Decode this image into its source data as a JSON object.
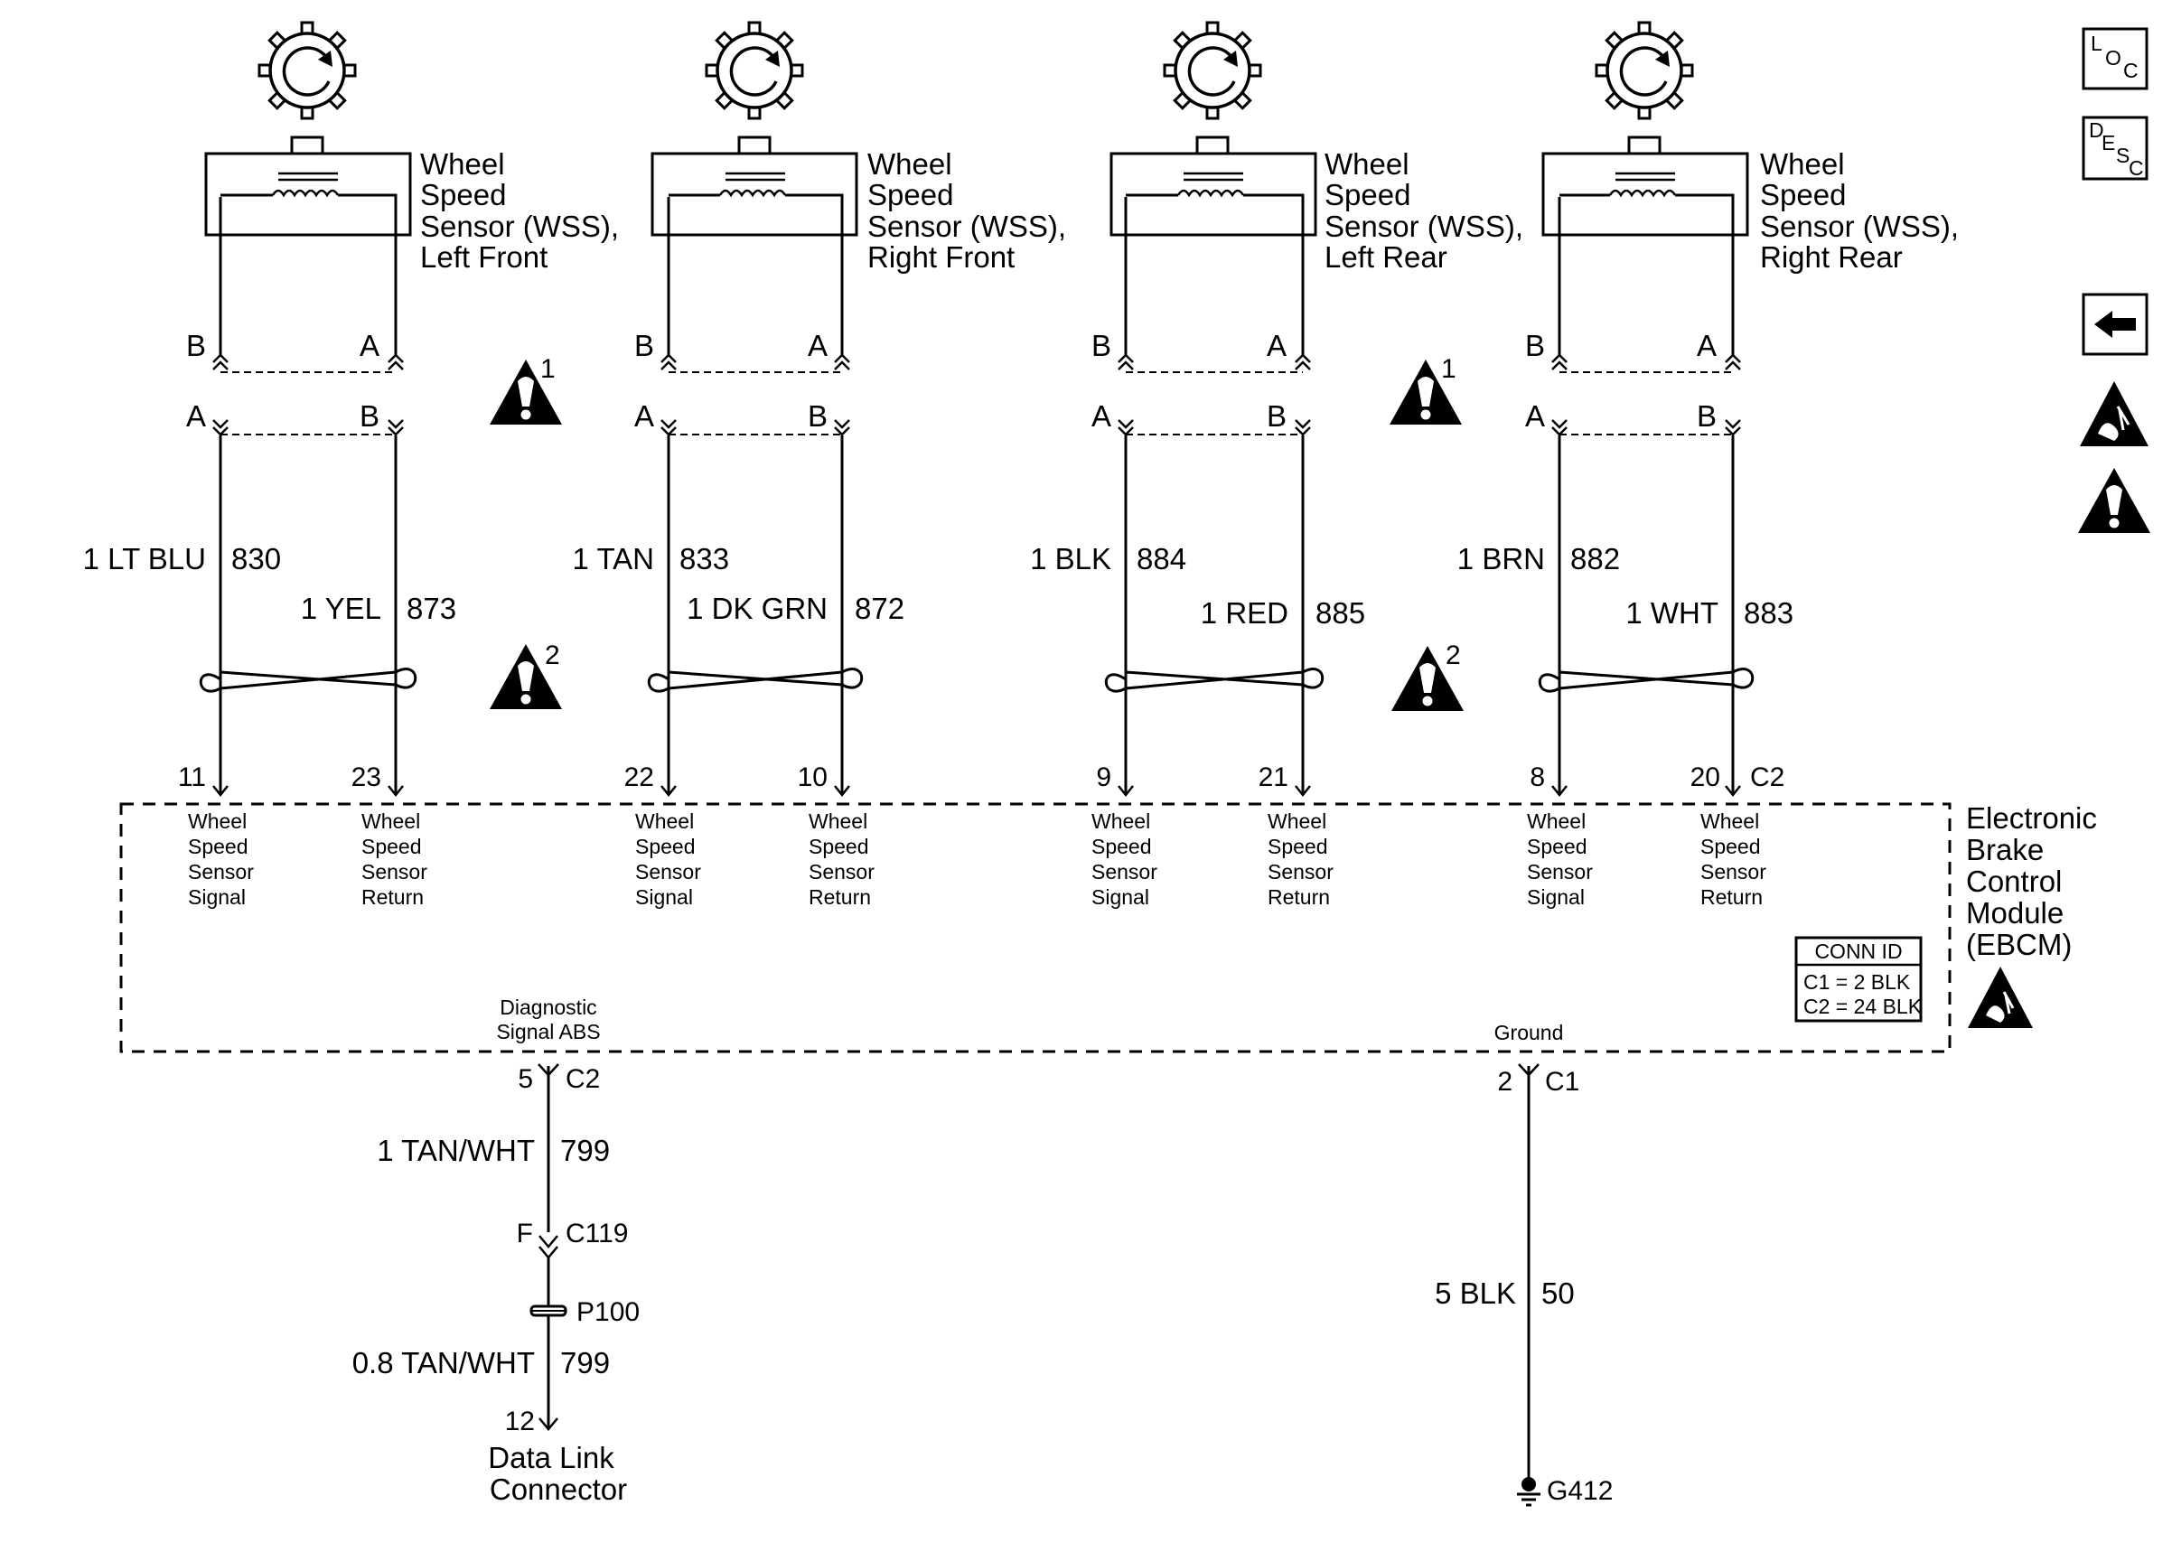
{
  "sensors": [
    {
      "name_lines": [
        "Wheel",
        "Speed",
        "Sensor (WSS),",
        "Left Front"
      ],
      "conn_upper": [
        "B",
        "A"
      ],
      "conn_lower": [
        "A",
        "B"
      ],
      "sig": {
        "wire": "1 LT BLU",
        "circuit": "830",
        "pin": "11",
        "label_lines": [
          "Wheel",
          "Speed",
          "Sensor",
          "Signal"
        ]
      },
      "ret": {
        "wire": "1 YEL",
        "circuit": "873",
        "pin": "23",
        "label_lines": [
          "Wheel",
          "Speed",
          "Sensor",
          "Return"
        ]
      }
    },
    {
      "name_lines": [
        "Wheel",
        "Speed",
        "Sensor (WSS),",
        "Right Front"
      ],
      "conn_upper": [
        "B",
        "A"
      ],
      "conn_lower": [
        "A",
        "B"
      ],
      "sig": {
        "wire": "1 TAN",
        "circuit": "833",
        "pin": "22",
        "label_lines": [
          "Wheel",
          "Speed",
          "Sensor",
          "Signal"
        ]
      },
      "ret": {
        "wire": "1 DK GRN",
        "circuit": "872",
        "pin": "10",
        "label_lines": [
          "Wheel",
          "Speed",
          "Sensor",
          "Return"
        ]
      }
    },
    {
      "name_lines": [
        "Wheel",
        "Speed",
        "Sensor (WSS),",
        "Left Rear"
      ],
      "conn_upper": [
        "B",
        "A"
      ],
      "conn_lower": [
        "A",
        "B"
      ],
      "sig": {
        "wire": "1 BLK",
        "circuit": "884",
        "pin": "9",
        "label_lines": [
          "Wheel",
          "Speed",
          "Sensor",
          "Signal"
        ]
      },
      "ret": {
        "wire": "1 RED",
        "circuit": "885",
        "pin": "21",
        "label_lines": [
          "Wheel",
          "Speed",
          "Sensor",
          "Return"
        ]
      }
    },
    {
      "name_lines": [
        "Wheel",
        "Speed",
        "Sensor (WSS),",
        "Right Rear"
      ],
      "conn_upper": [
        "B",
        "A"
      ],
      "conn_lower": [
        "A",
        "B"
      ],
      "sig": {
        "wire": "1 BRN",
        "circuit": "882",
        "pin": "8",
        "label_lines": [
          "Wheel",
          "Speed",
          "Sensor",
          "Signal"
        ]
      },
      "ret": {
        "wire": "1 WHT",
        "circuit": "883",
        "pin": "20",
        "label_lines": [
          "Wheel",
          "Speed",
          "Sensor",
          "Return"
        ]
      }
    }
  ],
  "ebcm_connector": "C2",
  "ebcm_name_lines": [
    "Electronic",
    "Brake",
    "Control",
    "Module",
    "(EBCM)"
  ],
  "conn_id": {
    "title": "CONN ID",
    "lines": [
      "C1 = 2 BLK",
      "C2 = 24 BLK"
    ]
  },
  "caution_notes": [
    "1",
    "2",
    "1",
    "2"
  ],
  "diag": {
    "label_lines": [
      "Diagnostic",
      "Signal ABS"
    ],
    "pin": "5",
    "connector": "C2",
    "wire": "1 TAN/WHT",
    "circuit": "799",
    "inline_pin": "F",
    "inline_conn": "C119",
    "splice": "P100",
    "wire2": "0.8 TAN/WHT",
    "circuit2": "799",
    "dlc_pin": "12",
    "dlc_lines": [
      "Data Link",
      "Connector"
    ]
  },
  "ground": {
    "label": "Ground",
    "pin": "2",
    "connector": "C1",
    "wire": "5 BLK",
    "circuit": "50",
    "ground_id": "G412"
  },
  "side_icons": {
    "loc": [
      "L",
      "O",
      "C"
    ],
    "desc": [
      "D",
      "E",
      "S",
      "C"
    ],
    "icons": [
      "back-arrow-icon",
      "esd-warning-icon",
      "caution-icon"
    ]
  }
}
